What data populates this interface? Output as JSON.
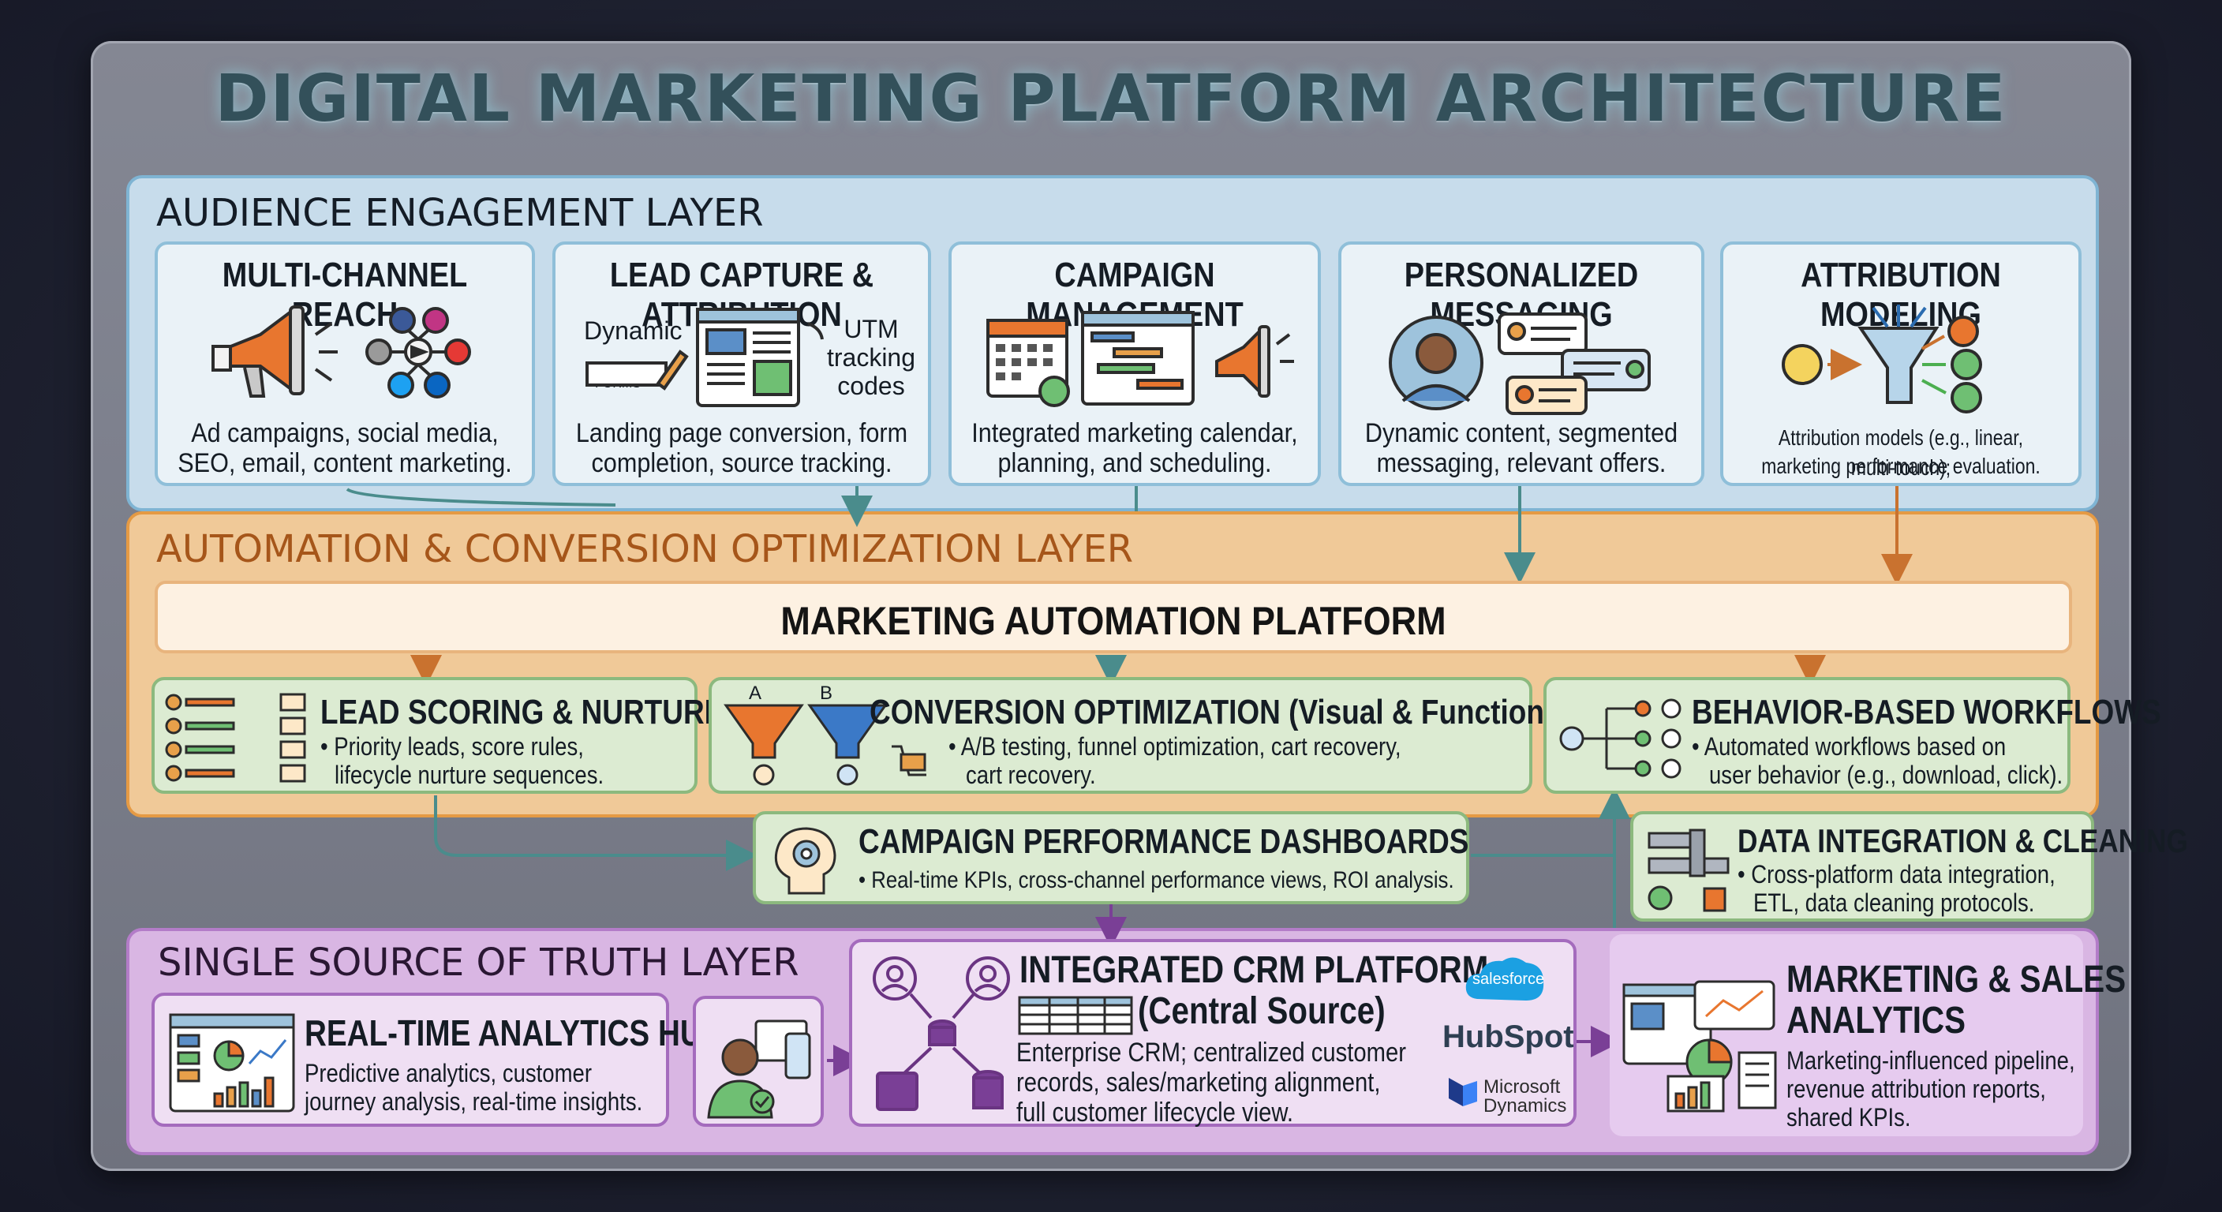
{
  "title": "DIGITAL MARKETING PLATFORM ARCHITECTURE",
  "colors": {
    "engagement_layer": "#c7dceb",
    "automation_layer": "#f0c998",
    "truth_layer": "#d9b6e3",
    "accent_orange": "#e8762f",
    "accent_teal": "#4a8c8c",
    "accent_purple": "#7a3f96"
  },
  "engagement": {
    "title": "AUDIENCE ENGAGEMENT LAYER",
    "cards": [
      {
        "title": "MULTI-CHANNEL REACH",
        "desc1": "Ad campaigns, social media,",
        "desc2": "SEO, email, content marketing.",
        "icon": "megaphone-social-icon"
      },
      {
        "title": "LEAD CAPTURE & ATTRIBUTION",
        "desc1": "Landing page conversion, form",
        "desc2": "completion, source tracking.",
        "label_dynamic": "Dynamic",
        "label_forms": "FORMS",
        "label_utm1": "UTM",
        "label_utm2": "tracking",
        "label_utm3": "codes",
        "icon": "landing-page-icon"
      },
      {
        "title": "CAMPAIGN MANAGEMENT",
        "desc1": "Integrated marketing calendar,",
        "desc2": "planning, and scheduling.",
        "icon": "calendar-gantt-icon"
      },
      {
        "title": "PERSONALIZED MESSAGING",
        "desc1": "Dynamic content, segmented",
        "desc2": "messaging, relevant offers.",
        "icon": "person-chat-icon"
      },
      {
        "title": "ATTRIBUTION MODELING",
        "desc1": "Attribution models (e.g., linear, multi-touch);",
        "desc2": "marketing performance evaluation.",
        "icon": "funnel-percent-icon"
      }
    ]
  },
  "automation": {
    "title": "AUTOMATION & CONVERSION OPTIMIZATION LAYER",
    "platform": "MARKETING AUTOMATION PLATFORM",
    "lead": {
      "title": "LEAD SCORING & NURTURING (IA)",
      "desc1": "• Priority leads, score rules,",
      "desc2": "lifecycle nurture sequences."
    },
    "conversion": {
      "title": "CONVERSION OPTIMIZATION (Visual & Functional)",
      "desc1": "• A/B testing, funnel optimization, cart recovery,",
      "desc2": "cart recovery.",
      "label_a": "A",
      "label_b": "B"
    },
    "behavior": {
      "title": "BEHAVIOR-BASED WORKFLOWS",
      "desc1": "• Automated workflows based on",
      "desc2": "user behavior (e.g., download, click)."
    }
  },
  "dashboards": {
    "title": "CAMPAIGN PERFORMANCE DASHBOARDS",
    "desc": "• Real-time KPIs, cross-channel performance views, ROI analysis."
  },
  "data_integration": {
    "title": "DATA INTEGRATION & CLEANING",
    "desc1": "• Cross-platform data integration,",
    "desc2": "ETL, data cleaning protocols."
  },
  "truth": {
    "title": "SINGLE SOURCE OF TRUTH LAYER",
    "hub": {
      "title": "REAL-TIME ANALYTICS HUB",
      "desc1": "Predictive analytics, customer",
      "desc2": "journey analysis, real-time insights."
    },
    "crm": {
      "title1": "INTEGRATED CRM PLATFORM",
      "title2": "(Central Source)",
      "desc1": "Enterprise CRM; centralized customer",
      "desc2": "records, sales/marketing alignment,",
      "desc3": "full customer lifecycle view.",
      "brand_salesforce": "salesforce",
      "brand_hubspot": "HubSpot",
      "brand_ms1": "Microsoft",
      "brand_ms2": "Dynamics"
    },
    "sales": {
      "title1": "MARKETING & SALES",
      "title2": "ANALYTICS",
      "desc1": "Marketing-influenced pipeline,",
      "desc2": "revenue attribution reports,",
      "desc3": "shared KPIs."
    }
  }
}
